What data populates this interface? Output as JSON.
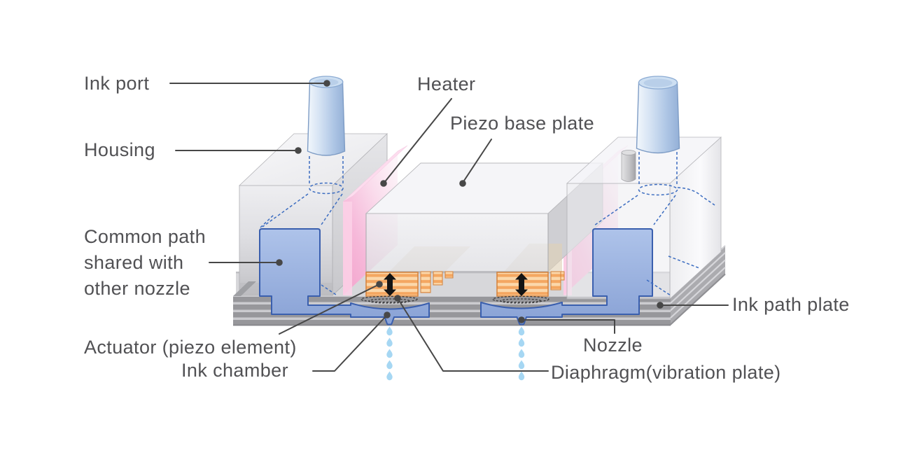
{
  "labels": {
    "ink_port": "Ink port",
    "housing": "Housing",
    "heater": "Heater",
    "piezo_base_plate": "Piezo base plate",
    "common_path_lines": [
      "Common path",
      "shared with",
      "other nozzle"
    ],
    "actuator": "Actuator (piezo element)",
    "ink_chamber": "Ink chamber",
    "nozzle": "Nozzle",
    "diaphragm": "Diaphragm(vibration plate)",
    "ink_path_plate": "Ink path plate"
  },
  "palette": {
    "label_text": "#515154",
    "leader_line": "#474747",
    "ink_channel_blue": "#8fa6d6",
    "ink_channel_outline": "#3a5fae",
    "heater_pink": "#f3a2cb",
    "actuator_orange": "#f4a761",
    "actuator_light": "#fbd8ab",
    "housing_gray": "#e0e0e3",
    "plate_layer_gray": "#97979b",
    "ink_drop_blue": "#a6d7f3"
  }
}
